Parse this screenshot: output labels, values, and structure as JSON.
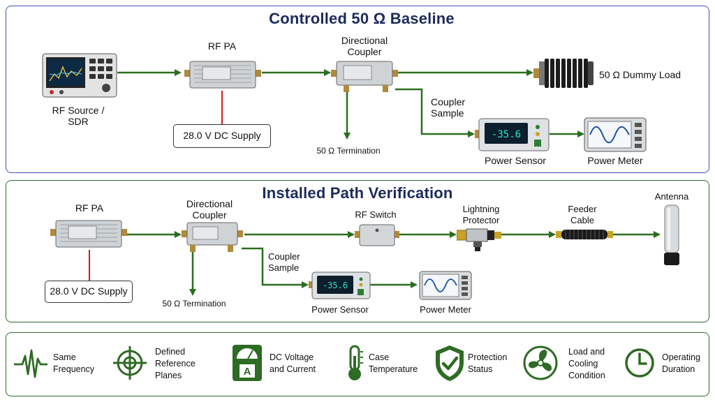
{
  "colors": {
    "wire": "#2a6e1f",
    "dc_wire": "#d11a1a",
    "title": "#1c2a5c",
    "panel1_border": "#3f4fb5",
    "panel2_border": "#2f6b2f"
  },
  "baseline": {
    "title": "Controlled 50 Ω Baseline",
    "rf_source": "RF Source /\nSDR",
    "rf_pa": "RF PA",
    "dc_supply": "28.0 V DC Supply",
    "coupler": "Directional\nCoupler",
    "termination": "50 Ω Termination",
    "coupler_sample": "Coupler\nSample",
    "dummy_load": "50 Ω Dummy Load",
    "power_sensor": "Power Sensor",
    "power_meter": "Power Meter",
    "sensor_reading": "-35.6"
  },
  "installed": {
    "title": "Installed Path Verification",
    "rf_pa": "RF PA",
    "dc_supply": "28.0 V DC Supply",
    "coupler": "Directional\nCoupler",
    "termination": "50 Ω Termination",
    "coupler_sample": "Coupler\nSample",
    "rf_switch": "RF Switch",
    "lightning_protector": "Lightning\nProtector",
    "feeder_cable": "Feeder\nCable",
    "antenna": "Antenna",
    "power_sensor": "Power Sensor",
    "power_meter": "Power Meter",
    "sensor_reading": "-35.6"
  },
  "legend": [
    {
      "icon": "waveform-icon",
      "text": "Same\nFrequency"
    },
    {
      "icon": "crosshair-icon",
      "text": "Defined\nReference Planes"
    },
    {
      "icon": "ammeter-icon",
      "text": "DC Voltage\nand Current",
      "glyph": "A"
    },
    {
      "icon": "thermometer-icon",
      "text": "Case\nTemperature"
    },
    {
      "icon": "shield-check-icon",
      "text": "Protection\nStatus"
    },
    {
      "icon": "fan-icon",
      "text": "Load and\nCooling\nCondition"
    },
    {
      "icon": "clock-icon",
      "text": "Operating\nDuration"
    }
  ]
}
